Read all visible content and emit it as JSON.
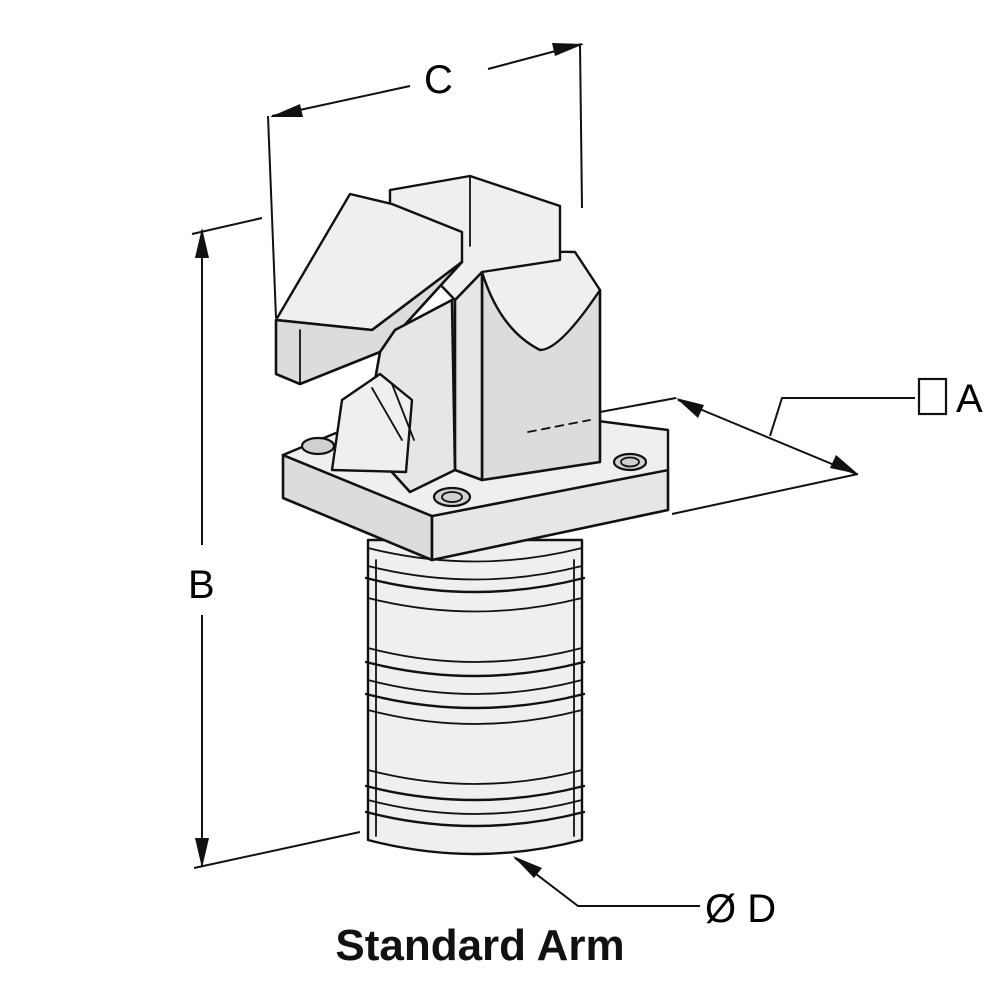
{
  "diagram": {
    "caption": "Standard Arm",
    "dimensions": {
      "a": "A",
      "b": "B",
      "c": "C",
      "d": "Ø D"
    }
  }
}
